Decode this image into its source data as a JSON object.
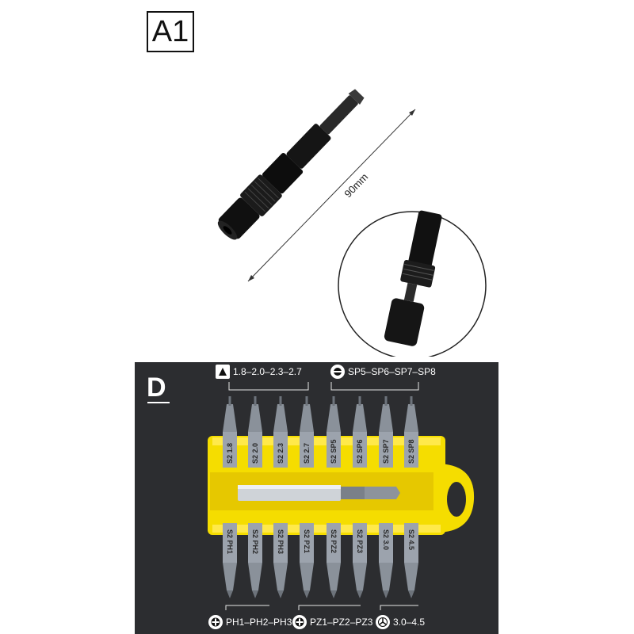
{
  "panel_a": {
    "label": "A1",
    "dimension": "90mm"
  },
  "panel_d": {
    "label": "D",
    "top_groups": [
      {
        "icon": "triangle-icon",
        "text": "1.8–2.0–2.3–2.7"
      },
      {
        "icon": "slotted-icon",
        "text": "SP5–SP6–SP7–SP8"
      }
    ],
    "bottom_groups": [
      {
        "icon": "phillips-icon",
        "text": "PH1–PH2–PH3"
      },
      {
        "icon": "pozidriv-icon",
        "text": "PZ1–PZ2–PZ3"
      },
      {
        "icon": "tri-wing-icon",
        "text": "3.0–4.5"
      }
    ],
    "top_bits": [
      "S2 1.8",
      "S2 2.0",
      "S2 2.3",
      "S2 2.7",
      "S2 SP5",
      "S2 SP6",
      "S2 SP7",
      "S2 SP8"
    ],
    "bottom_bits": [
      "S2 PH1",
      "S2 PH2",
      "S2 PH3",
      "S2 PZ1",
      "S2 PZ2",
      "S2 PZ3",
      "S2 3.0",
      "S2 4.5"
    ],
    "colors": {
      "holder": "#f5dd00",
      "panel": "#2c2d30",
      "bit": "#9ca3ad"
    }
  }
}
